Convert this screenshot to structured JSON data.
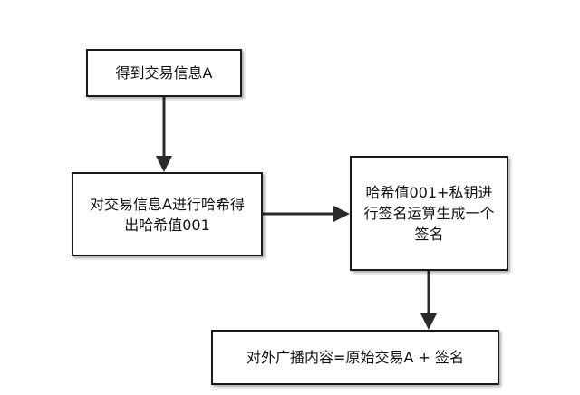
{
  "nodes": {
    "step1": {
      "label": "得到交易信息A"
    },
    "step2": {
      "label": "对交易信息A进行哈希得出哈希值001"
    },
    "step3": {
      "label": "哈希值001+私钥进行签名运算生成一个签名"
    },
    "step4": {
      "label": "对外广播内容=原始交易A + 签名"
    }
  },
  "edges": [
    {
      "from": "step1",
      "to": "step2"
    },
    {
      "from": "step2",
      "to": "step3"
    },
    {
      "from": "step3",
      "to": "step4"
    }
  ]
}
